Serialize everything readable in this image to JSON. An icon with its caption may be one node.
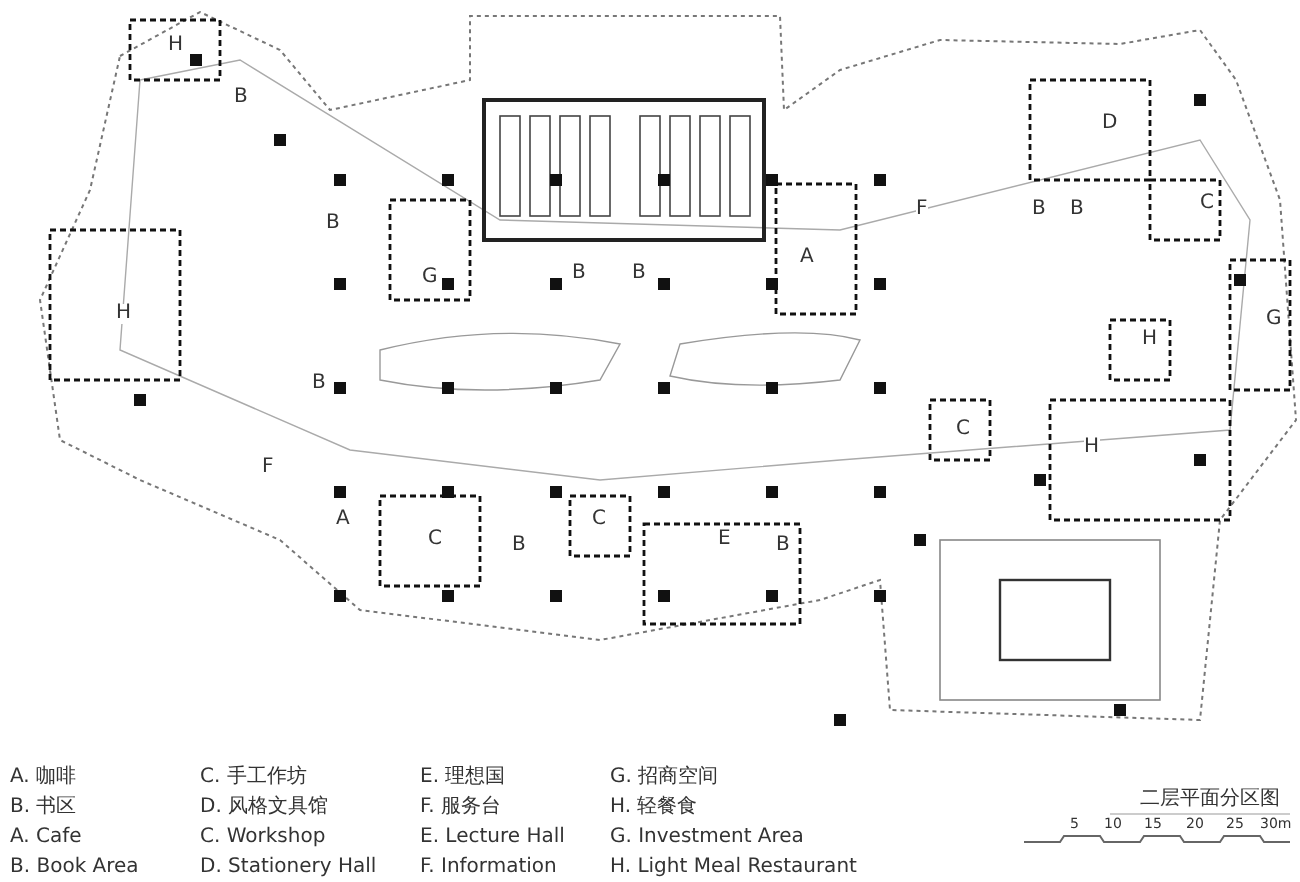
{
  "diagram": {
    "title": "二层平面分区图",
    "labels": [
      "H",
      "B",
      "B",
      "D",
      "F",
      "B",
      "B",
      "C",
      "G",
      "B",
      "B",
      "A",
      "H",
      "G",
      "H",
      "B",
      "C",
      "H",
      "F",
      "A",
      "C",
      "C",
      "B",
      "E",
      "B",
      "A. 咖啡",
      "C. 手工作坊",
      "E. 理想国",
      "G. 招商空间",
      "B. 书区",
      "D. 风格文具馆",
      "F. 服务台",
      "H. 轻餐食",
      "A. Cafe",
      "C. Workshop",
      "E. Lecture Hall",
      "G. Investment Area",
      "B. Book Area",
      "D. Stationery Hall",
      "F. Information",
      "H. Light Meal Restaurant",
      "5",
      "10",
      "15",
      "20",
      "25",
      "30m"
    ]
  }
}
